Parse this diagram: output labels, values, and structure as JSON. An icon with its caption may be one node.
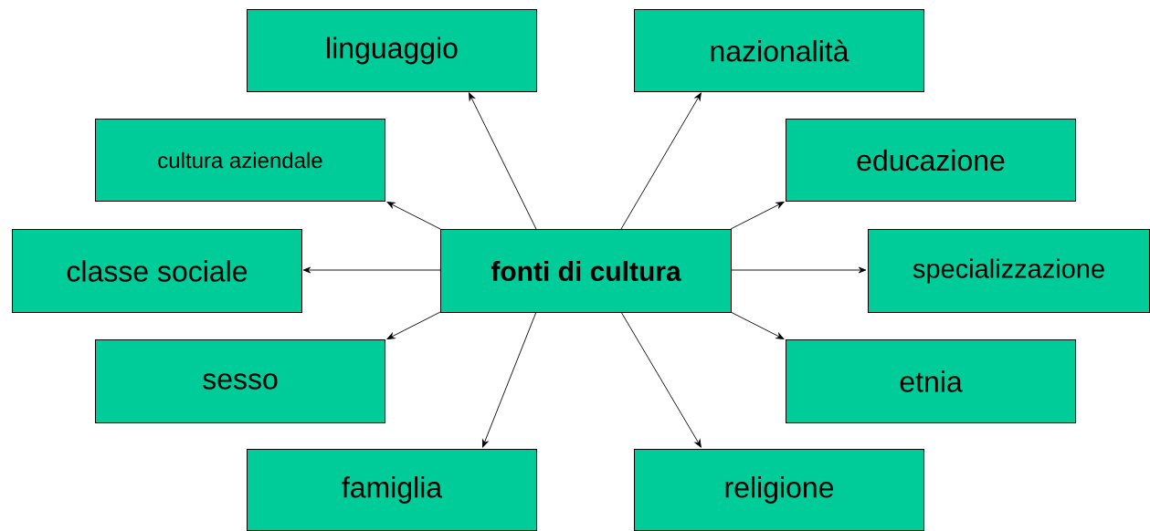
{
  "diagram": {
    "nodes": [
      {
        "text": [
          "linguaggio"
        ]
      },
      {
        "text": [
          "nazionalità"
        ]
      },
      {
        "text": [
          "cultura aziendale"
        ]
      },
      {
        "text": [
          "educazione"
        ]
      },
      {
        "text": [
          "classe sociale"
        ]
      },
      {
        "text": [
          "fonti di cultura"
        ]
      },
      {
        "text": [
          "specializzazione"
        ]
      },
      {
        "text": [
          "sesso"
        ]
      },
      {
        "text": [
          "etnia"
        ]
      },
      {
        "text": [
          "famiglia"
        ]
      },
      {
        "text": [
          "religione"
        ]
      }
    ],
    "edges": [
      {
        "from": 5,
        "to": 0,
        "arrow": "to"
      },
      {
        "from": 5,
        "to": 1,
        "arrow": "to"
      },
      {
        "from": 5,
        "to": 2,
        "arrow": "to"
      },
      {
        "from": 5,
        "to": 3,
        "arrow": "to"
      },
      {
        "from": 5,
        "to": 4,
        "arrow": "to"
      },
      {
        "from": 5,
        "to": 6,
        "arrow": "to"
      },
      {
        "from": 5,
        "to": 7,
        "arrow": "to"
      },
      {
        "from": 5,
        "to": 8,
        "arrow": "to"
      },
      {
        "from": 5,
        "to": 9,
        "arrow": "to"
      },
      {
        "from": 5,
        "to": 10,
        "arrow": "to"
      }
    ]
  }
}
